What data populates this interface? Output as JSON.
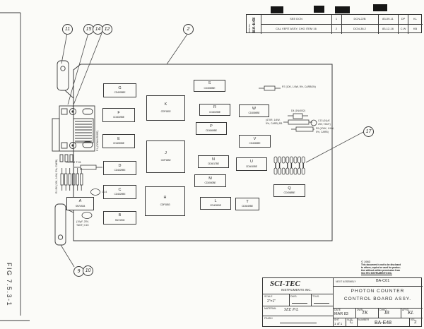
{
  "sheet": {
    "fig_label": "FIG 7.5.3-1"
  },
  "revision_block": {
    "side_small": "DWG No.",
    "side_number": "BA-E48",
    "rows": [
      {
        "description": "SEE DCN",
        "rev": "1",
        "dcn": "DCN-22B",
        "date": "83-09-11",
        "by": "DP",
        "appr": "KL"
      },
      {
        "description": "CAL VERT ASSY, CHG ITEM 16",
        "rev": "2",
        "dcn": "DCN-36.2",
        "date": "83-12-16",
        "by": "C.W",
        "appr": "KB"
      }
    ]
  },
  "callouts": {
    "n2": "2",
    "n9": "9",
    "n10": "10",
    "n11": "11",
    "n12": "12",
    "n14": "14",
    "n15": "15",
    "n17": "17"
  },
  "board": {
    "connector_label": "P1 (CONN-EDGE)",
    "chips": [
      {
        "ref": "G",
        "part": "CD4093BE"
      },
      {
        "ref": "F",
        "part": "CD4049BE"
      },
      {
        "ref": "E",
        "part": "CD4050BE"
      },
      {
        "ref": "D",
        "part": "CD4029BE"
      },
      {
        "ref": "C",
        "part": "CD4029BE"
      },
      {
        "ref": "B",
        "part": "SN74S00"
      },
      {
        "ref": "A",
        "part": "SN74S04"
      },
      {
        "ref": "K",
        "part": "CDP1802"
      },
      {
        "ref": "J",
        "part": "CDP1852"
      },
      {
        "ref": "H",
        "part": "CDP1853"
      },
      {
        "ref": "S",
        "part": "CD4069BE"
      },
      {
        "ref": "R",
        "part": "CD4049BE"
      },
      {
        "ref": "P",
        "part": "CD4069BE"
      },
      {
        "ref": "N",
        "part": "CD4017BE"
      },
      {
        "ref": "M",
        "part": "CD4040BE"
      },
      {
        "ref": "L",
        "part": "CD4011BE"
      },
      {
        "ref": "W",
        "part": "CD4069BE"
      },
      {
        "ref": "V",
        "part": "CD4069BE"
      },
      {
        "ref": "U",
        "part": "CD4040BE"
      },
      {
        "ref": "T",
        "part": "CD4049BE"
      },
      {
        "ref": "Q",
        "part": "CD4068BE"
      }
    ],
    "components": {
      "r7": "R7 (10K, 1/4W, 5%, CARBON)",
      "d4": "D4 (1N4002)",
      "r8_l1": "(470R, 1/4W,",
      "r8_l2": "5%, CARB) R8",
      "c13_l1": "C13 (10µF,",
      "c13_l2": "25V, TANT)",
      "r9_l1": "R9 (100K, 1/4W,",
      "r9_l2": "5%, CARB)",
      "therm": "THERM TH1",
      "r_group": "R1-R6 (10K, 1/4W, 5%, CARB)",
      "c14": "C14",
      "c15_l1": "(10µF, 25V,",
      "c15_l2": "TANT) C15"
    }
  },
  "title_block": {
    "company_line1": "SCI-TEC",
    "company_line2": "INSTRUMENTS INC.",
    "next_assembly_label": "NEXT ASSEMBLY",
    "next_assembly": "BA-C01",
    "title_line1": "PHOTON COUNTER",
    "title_line2": "CONTROL BOARD ASSY.",
    "scale_label": "SCALE",
    "scale_value": "2\"=1\"",
    "dwg_label": "DWG.",
    "tols_label": "TOLS.",
    "material_label": "MATERIAL",
    "material_value": "SEE P/L",
    "finish_label": "FINISH",
    "date_label": "DATE",
    "date_value": "MAR 83",
    "dwn_label": "DWN.",
    "dwn_value": "TK",
    "chkd_label": "CHKD.",
    "chkd_value": "IB",
    "apvd_label": "APVD.",
    "apvd_value": "KL",
    "sht_label": "SHT",
    "sht_value": "1 of 1",
    "size_label": "SIZE",
    "size_value": "C",
    "number_label": "NUMBER",
    "number_value": "BA-E48",
    "iss_label": "ISS",
    "iss_value": "2"
  },
  "copyright": {
    "year": "© 1983",
    "l1": "This document is not to be disclosed",
    "l2": "to others, copied or used for produc-",
    "l3": "tion without written permission from",
    "l4": "SCI-TEC INSTRUMENTS INC."
  }
}
